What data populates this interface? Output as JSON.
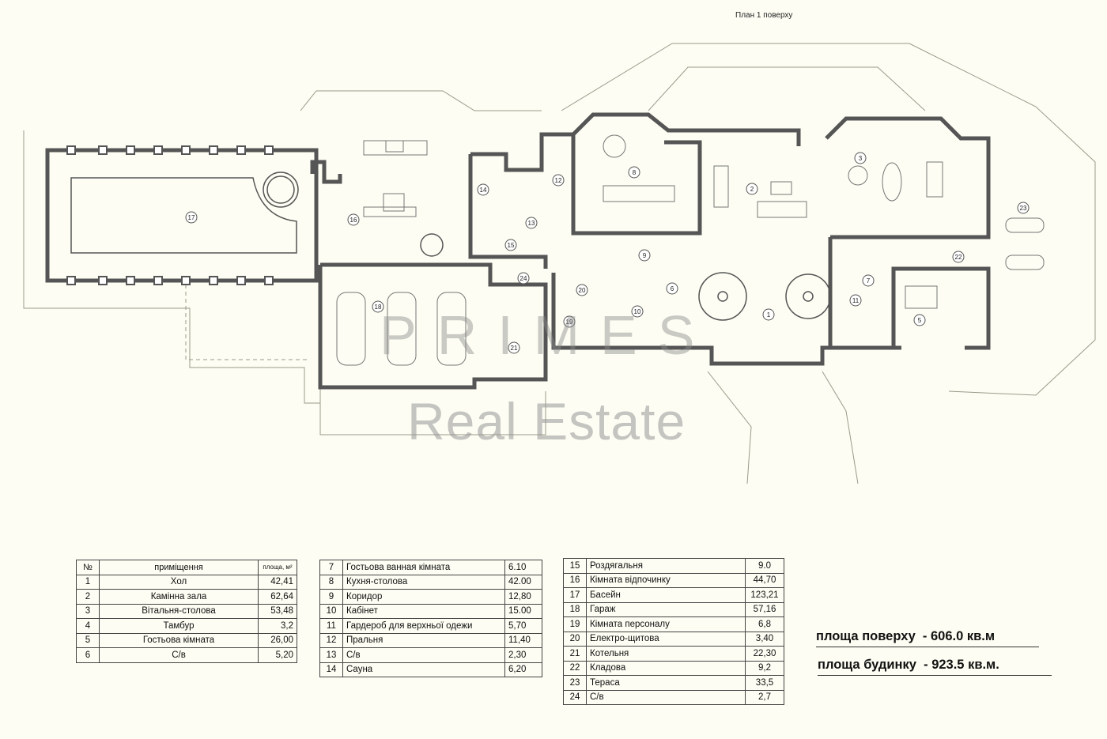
{
  "plan": {
    "title": "План 1 поверху",
    "room_labels": [
      "1",
      "2",
      "3",
      "5",
      "6",
      "7",
      "8",
      "9",
      "10",
      "11",
      "12",
      "13",
      "14",
      "15",
      "16",
      "17",
      "18",
      "19",
      "20",
      "21",
      "22",
      "23",
      "24"
    ]
  },
  "watermark": {
    "line1": "PRIMES",
    "line2": "Real Estate"
  },
  "tables": {
    "table1": {
      "headers": {
        "num": "№",
        "name": "приміщення",
        "area": "площа, м²"
      },
      "rows": [
        {
          "num": "1",
          "name": "Хол",
          "area": "42,41"
        },
        {
          "num": "2",
          "name": "Камінна зала",
          "area": "62,64"
        },
        {
          "num": "3",
          "name": "Вітальня-столова",
          "area": "53,48"
        },
        {
          "num": "4",
          "name": "Тамбур",
          "area": "3,2"
        },
        {
          "num": "5",
          "name": "Гостьова кімната",
          "area": "26,00"
        },
        {
          "num": "6",
          "name": "С/в",
          "area": "5,20"
        }
      ]
    },
    "table2": {
      "rows": [
        {
          "num": "7",
          "name": "Гостьова ванная кімната",
          "area": "6.10"
        },
        {
          "num": "8",
          "name": "Кухня-столова",
          "area": "42.00"
        },
        {
          "num": "9",
          "name": "Коридор",
          "area": "12,80"
        },
        {
          "num": "10",
          "name": "Кабінет",
          "area": "15.00"
        },
        {
          "num": "11",
          "name": "Гардероб для верхньої одежи",
          "area": "5,70"
        },
        {
          "num": "12",
          "name": "Пральня",
          "area": "11,40"
        },
        {
          "num": "13",
          "name": "С/в",
          "area": "2,30"
        },
        {
          "num": "14",
          "name": "Сауна",
          "area": "6,20"
        }
      ]
    },
    "table3": {
      "rows": [
        {
          "num": "15",
          "name": "Роздягальня",
          "area": "9.0"
        },
        {
          "num": "16",
          "name": "Кімната відпочинку",
          "area": "44,70"
        },
        {
          "num": "17",
          "name": "Басейн",
          "area": "123,21"
        },
        {
          "num": "18",
          "name": "Гараж",
          "area": "57,16"
        },
        {
          "num": "19",
          "name": "Кімната персоналу",
          "area": "6,8"
        },
        {
          "num": "20",
          "name": "Електро-щитова",
          "area": "3,40"
        },
        {
          "num": "21",
          "name": "Котельня",
          "area": "22,30"
        },
        {
          "num": "22",
          "name": "Кладова",
          "area": "9,2"
        },
        {
          "num": "23",
          "name": "Тераса",
          "area": "33,5"
        },
        {
          "num": "24",
          "name": "С/в",
          "area": "2,7"
        }
      ]
    }
  },
  "totals": {
    "floor": "площа поверху  - 606.0 кв.м",
    "house": "площа будинку  - 923.5 кв.м."
  }
}
